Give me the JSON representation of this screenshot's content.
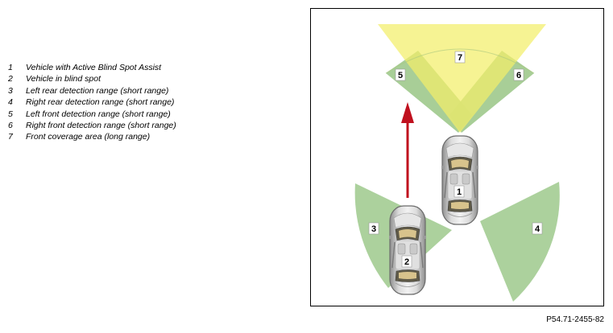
{
  "legend": [
    {
      "num": "1",
      "text": "Vehicle with Active Blind Spot Assist"
    },
    {
      "num": "2",
      "text": "Vehicle in blind spot"
    },
    {
      "num": "3",
      "text": "Left rear detection range (short range)"
    },
    {
      "num": "4",
      "text": "Right rear detection range (short range)"
    },
    {
      "num": "5",
      "text": "Left front detection range (short range)"
    },
    {
      "num": "6",
      "text": "Right front detection range (short range)"
    },
    {
      "num": "7",
      "text": "Front coverage area (long range)"
    }
  ],
  "diagram_labels": {
    "l1": "1",
    "l2": "2",
    "l3": "3",
    "l4": "4",
    "l5": "5",
    "l6": "6",
    "l7": "7"
  },
  "reference": "P54.71-2455-82",
  "colors": {
    "short_range": "#9ec98c",
    "long_range": "#f2ee6a",
    "arrow": "#c0101e",
    "car_body": "#c8c8c8"
  },
  "icons": [
    "vehicle-icon",
    "direction-arrow-icon"
  ]
}
